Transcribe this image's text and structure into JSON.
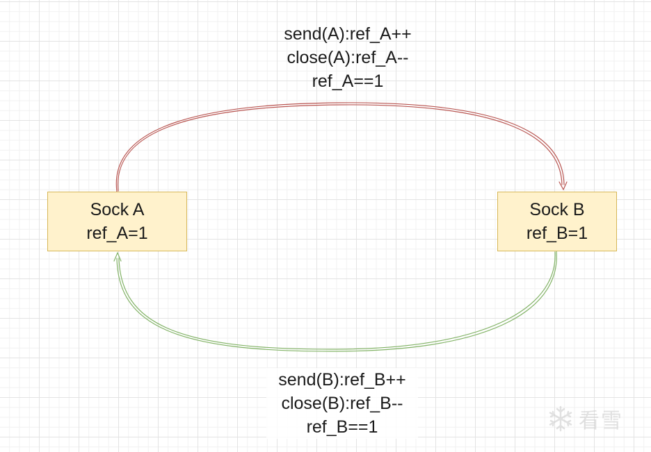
{
  "nodes": {
    "sock_a": {
      "line1": "Sock A",
      "line2": "ref_A=1"
    },
    "sock_b": {
      "line1": "Sock B",
      "line2": "ref_B=1"
    }
  },
  "edges": {
    "a_to_b": {
      "color": "#b85450",
      "label": [
        "send(A):ref_A++",
        "close(A):ref_A--",
        "ref_A==1"
      ]
    },
    "b_to_a": {
      "color": "#82b366",
      "label": [
        "send(B):ref_B++",
        "close(B):ref_B--",
        "ref_B==1"
      ]
    }
  },
  "watermark": {
    "text": "看雪",
    "icon": "snowflake-icon"
  }
}
